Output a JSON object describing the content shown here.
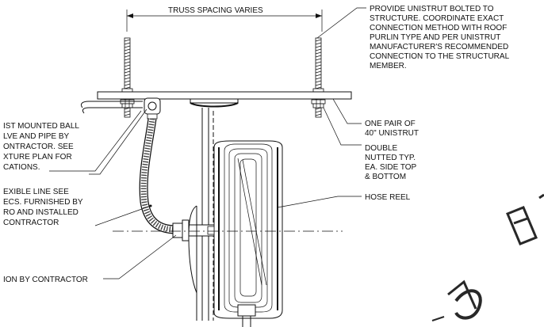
{
  "labels": {
    "truss_spacing": "TRUSS SPACING VARIES",
    "unistrut_note": [
      "PROVIDE UNISTRUT BOLTED TO",
      "STRUCTURE. COORDINATE EXACT",
      "CONNECTION METHOD  WITH ROOF",
      "PURLIN TYPE AND PER UNISTRUT",
      "MANUFACTURER'S RECOMMENDED",
      "CONNECTION TO THE STRUCTURAL",
      "MEMBER."
    ],
    "one_pair": [
      "ONE PAIR OF",
      "40\" UNISTRUT"
    ],
    "double_nutted": [
      "DOUBLE",
      "NUTTED TYP.",
      "EA. SIDE TOP",
      "& BOTTOM"
    ],
    "hose_reel": "HOSE REEL",
    "ball_valve": [
      "IST MOUNTED BALL",
      "LVE AND PIPE BY",
      "ONTRACTOR. SEE",
      "XTURE PLAN FOR",
      "CATIONS."
    ],
    "flexible_line": [
      "EXIBLE LINE SEE",
      "ECS. FURNISHED BY",
      "RO AND INSTALLED",
      " CONTRACTOR"
    ],
    "connection": "ION BY CONTRACTOR"
  }
}
